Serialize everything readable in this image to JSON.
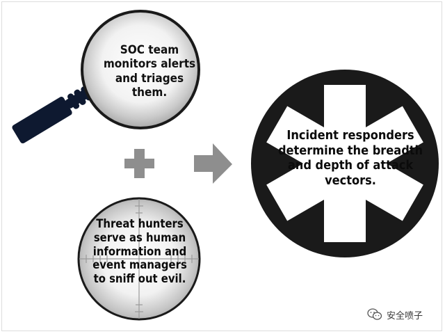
{
  "steps": {
    "soc": "SOC team monitors alerts and triages them.",
    "threat": "Threat hunters serve as human information and event managers to sniff out evil.",
    "incident": "Incident responders determine the breadth and depth of attack vectors."
  },
  "watermark": {
    "text": "安全喷子",
    "icon": "wechat-icon"
  },
  "colors": {
    "magnifier_handle": "#0e1930",
    "lens_rim": "#1a1a1a",
    "operator_gray": "#8e8e8e",
    "star_of_life": "#1a1a1a"
  }
}
